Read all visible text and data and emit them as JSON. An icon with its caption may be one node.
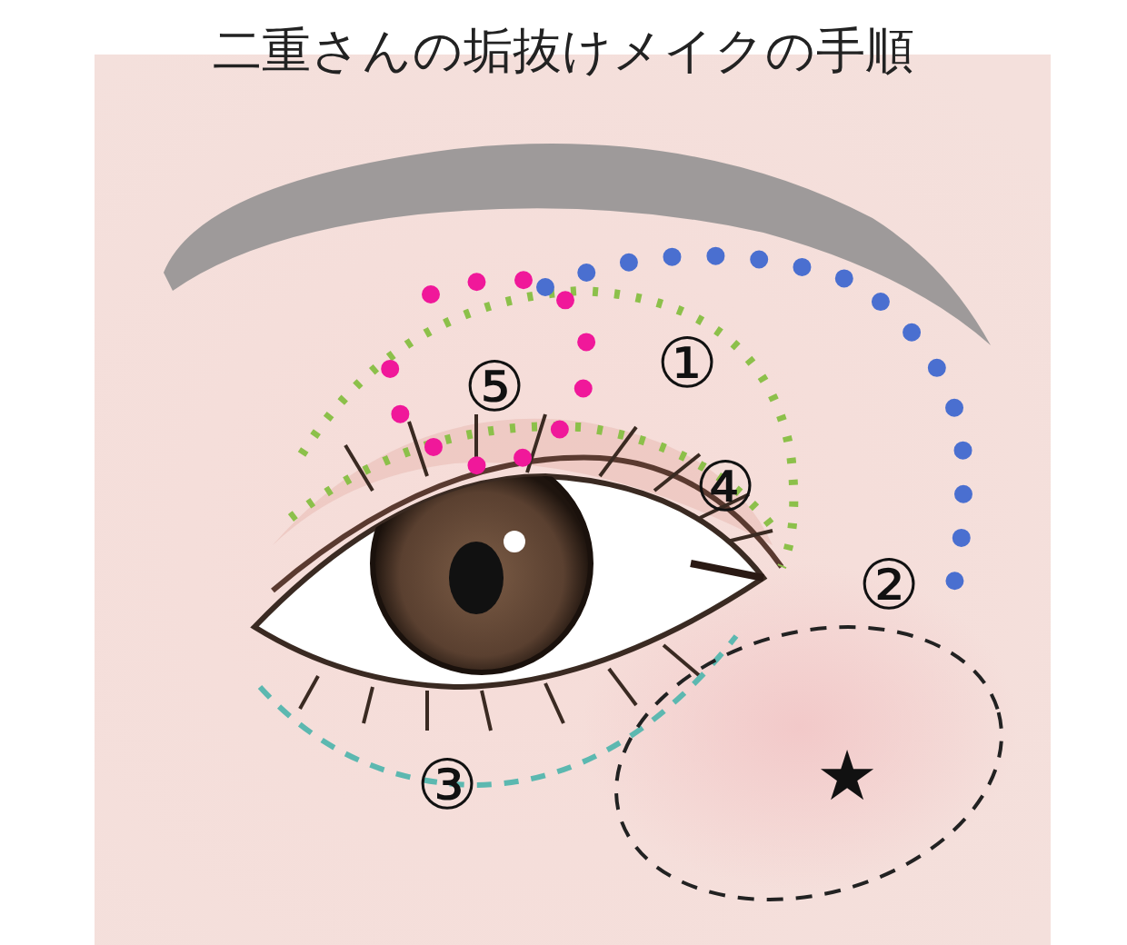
{
  "diagram": {
    "title": "二重さんの垢抜けメイクの手順",
    "labels": [
      "①",
      "⑤",
      "④",
      "②",
      "★",
      "③"
    ]
  }
}
